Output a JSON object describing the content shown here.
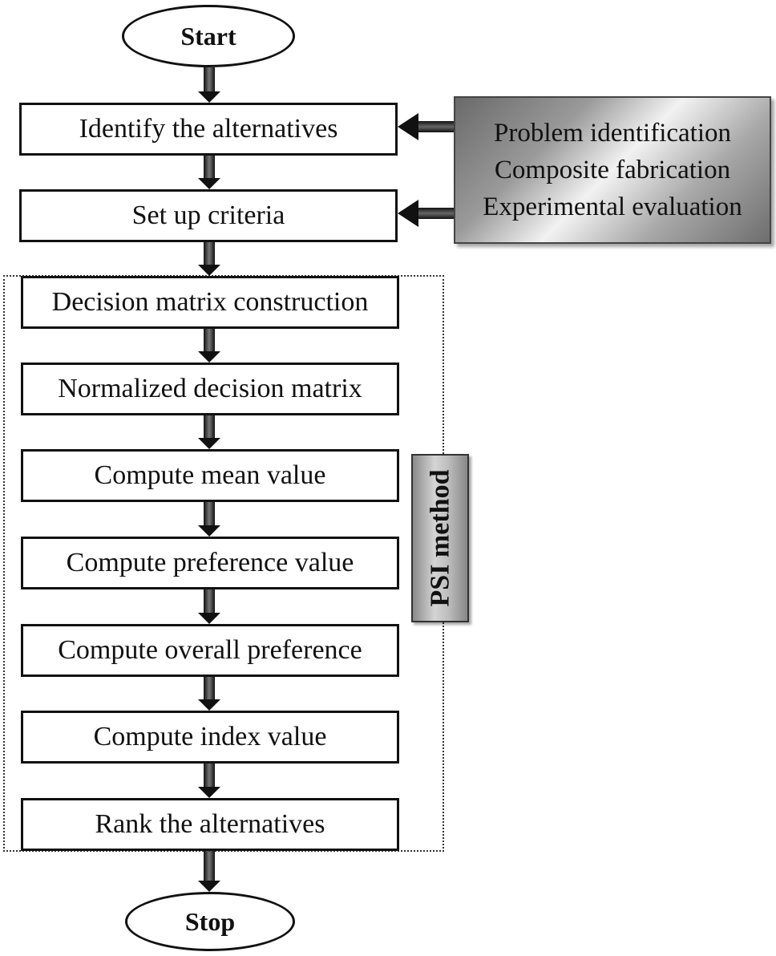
{
  "flow": {
    "start": "Start",
    "stop": "Stop",
    "steps": [
      "Identify the alternatives",
      "Set up criteria",
      "Decision matrix construction",
      "Normalized decision matrix",
      "Compute mean value",
      "Compute preference value",
      "Compute overall preference",
      "Compute index value",
      "Rank the alternatives"
    ]
  },
  "inputs": [
    "Problem identification",
    "Composite fabrication",
    "Experimental evaluation"
  ],
  "group_label": "PSI method"
}
